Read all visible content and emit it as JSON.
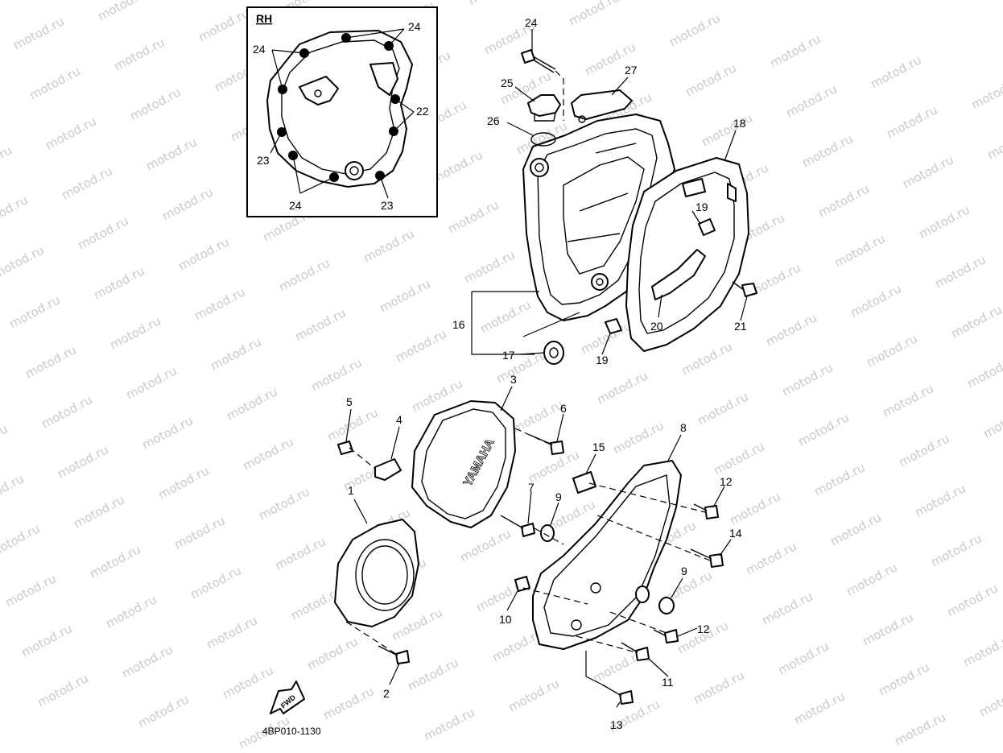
{
  "watermark": "motod.ru",
  "diagram_code": "4BP010-1130",
  "inset": {
    "title": "RH",
    "labels": [
      "24",
      "24",
      "22",
      "23",
      "24",
      "23"
    ]
  },
  "brand_mark": "YAMAHA",
  "fwd_mark": "FWD",
  "callouts": {
    "c1": "1",
    "c2": "2",
    "c3": "3",
    "c4": "4",
    "c5": "5",
    "c6": "6",
    "c7": "7",
    "c8": "8",
    "c9a": "9",
    "c9b": "9",
    "c10": "10",
    "c11": "11",
    "c12a": "12",
    "c12b": "12",
    "c13": "13",
    "c14": "14",
    "c15": "15",
    "c16": "16",
    "c17": "17",
    "c18": "18",
    "c19a": "19",
    "c19b": "19",
    "c20": "20",
    "c21": "21",
    "c24": "24",
    "c25": "25",
    "c26": "26",
    "c27": "27"
  }
}
